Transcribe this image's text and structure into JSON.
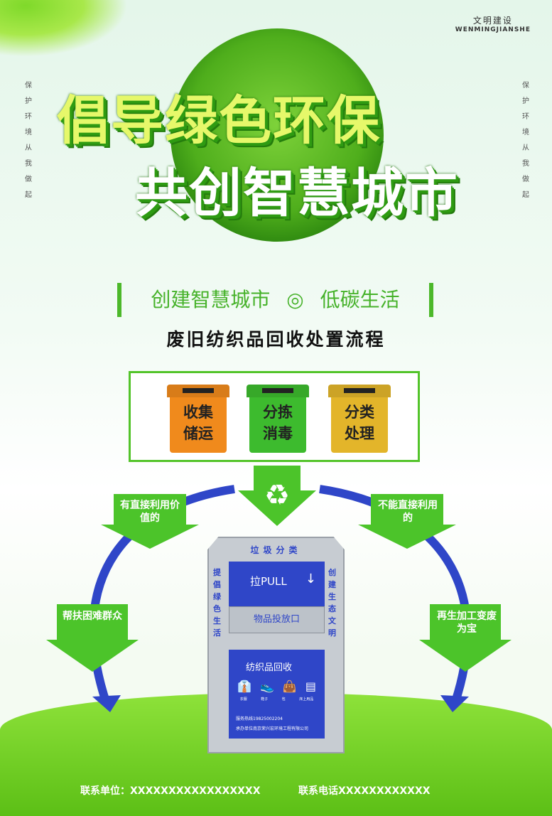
{
  "header": {
    "title_line1": "倡导绿色环保",
    "title_line2": "共创智慧城市",
    "badge_cn": "文明建设",
    "badge_en": "WENMINGJIANSHE",
    "side_text": [
      "保",
      "护",
      "环",
      "境",
      "从",
      "我",
      "做",
      "起"
    ]
  },
  "subtitle": {
    "left": "创建智慧城市",
    "separator": "◎",
    "right": "低碳生活"
  },
  "flow_title": "废旧纺织品回收处置流程",
  "bins": [
    {
      "line1": "收集",
      "line2": "储运",
      "color": "#f08a1c"
    },
    {
      "line1": "分拣",
      "line2": "消毒",
      "color": "#3dbb2e"
    },
    {
      "line1": "分类",
      "line2": "处理",
      "color": "#e3b52a"
    }
  ],
  "arrows": {
    "left_top": "有直接利用价值的",
    "right_top": "不能直接利用的",
    "left_bottom": "帮扶困难群众",
    "right_bottom": "再生加工变废为宝"
  },
  "machine": {
    "top_label": "垃圾分类",
    "left_vertical": "提倡绿色生活",
    "right_vertical": "创建生态文明",
    "pull": "拉PULL",
    "slot": "物品投放口",
    "panel_title": "纺织品回收",
    "items": [
      "衣服",
      "鞋子",
      "包",
      "床上用品"
    ],
    "hotline": "服务热线19825002204",
    "sponsor": "承办单位南京荣兴宏环境工程有限公司"
  },
  "footer": {
    "unit": "联系单位：XXXXXXXXXXXXXXXXX",
    "phone": "联系电话XXXXXXXXXXXX"
  },
  "colors": {
    "green": "#4cb82a",
    "blue": "#2f46c8",
    "machine": "#c7ccd2"
  }
}
